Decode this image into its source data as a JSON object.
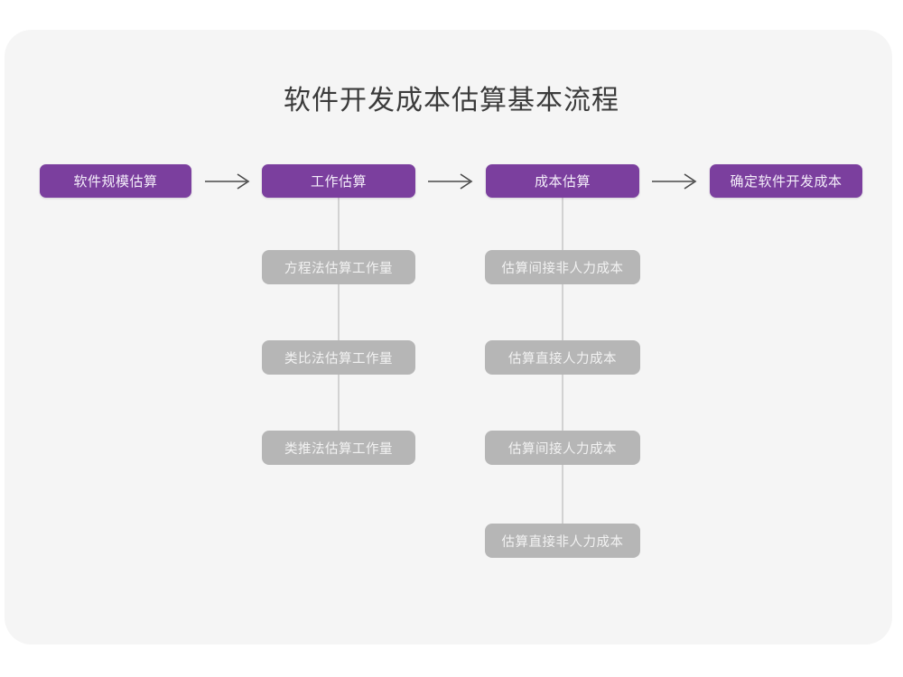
{
  "title": "软件开发成本估算基本流程",
  "theme": {
    "page_background": "#ffffff",
    "card_background": "#f5f5f5",
    "stage_color": "#7b3f9e",
    "stage_text_color": "#f4eefa",
    "sub_color": "#b6b6b6",
    "sub_text_color": "#f2f2f2",
    "connector_color": "#d2d2d2",
    "arrow_color": "#4a4a4a",
    "title_color": "#3b3b3b"
  },
  "flow": {
    "stages": [
      {
        "id": "stage-1",
        "label": "软件规模估算"
      },
      {
        "id": "stage-2",
        "label": "工作估算"
      },
      {
        "id": "stage-3",
        "label": "成本估算"
      },
      {
        "id": "stage-4",
        "label": "确定软件开发成本"
      }
    ],
    "arrows": [
      {
        "id": "arrow-1",
        "from": "stage-1",
        "to": "stage-2",
        "glyph": "arrow-right-icon"
      },
      {
        "id": "arrow-2",
        "from": "stage-2",
        "to": "stage-3",
        "glyph": "arrow-right-icon"
      },
      {
        "id": "arrow-3",
        "from": "stage-3",
        "to": "stage-4",
        "glyph": "arrow-right-icon"
      }
    ],
    "branches": [
      {
        "id": "branch-work-estimation",
        "parent": "stage-2",
        "parent_label": "工作估算",
        "items": [
          {
            "id": "work-1",
            "label": "方程法估算工作量"
          },
          {
            "id": "work-2",
            "label": "类比法估算工作量"
          },
          {
            "id": "work-3",
            "label": "类推法估算工作量"
          }
        ]
      },
      {
        "id": "branch-cost-estimation",
        "parent": "stage-3",
        "parent_label": "成本估算",
        "items": [
          {
            "id": "cost-1",
            "label": "估算间接非人力成本"
          },
          {
            "id": "cost-2",
            "label": "估算直接人力成本"
          },
          {
            "id": "cost-3",
            "label": "估算间接人力成本"
          },
          {
            "id": "cost-4",
            "label": "估算直接非人力成本"
          }
        ]
      }
    ]
  }
}
